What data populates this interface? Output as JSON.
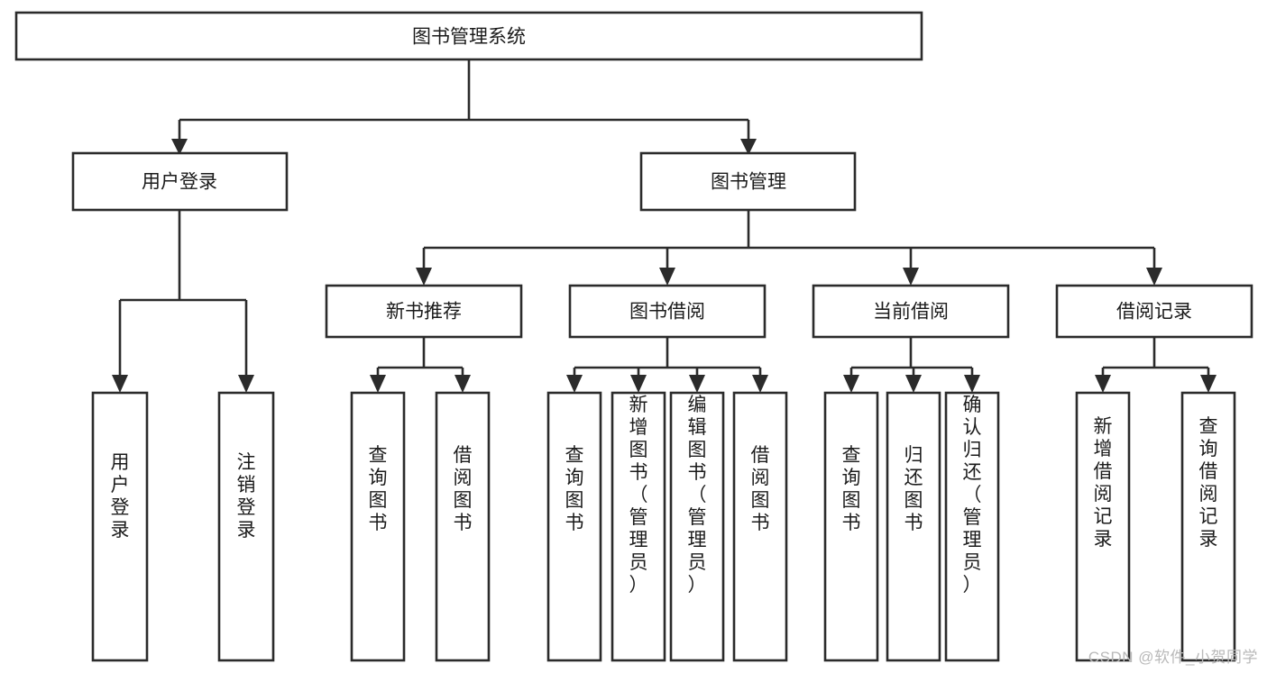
{
  "diagram": {
    "title": "图书管理系统",
    "type": "tree-hierarchy-diagram",
    "watermark": "CSDN @软件_小贺同学",
    "colors": {
      "box_stroke": "#2b2b2b",
      "box_fill": "#ffffff",
      "text": "#1b1b1b",
      "background": "#ffffff",
      "watermark": "#b9b9b9"
    },
    "levels": {
      "root": {
        "label": "图书管理系统"
      },
      "level2": [
        {
          "label": "用户登录"
        },
        {
          "label": "图书管理"
        }
      ],
      "level3": [
        {
          "label": "新书推荐"
        },
        {
          "label": "图书借阅"
        },
        {
          "label": "当前借阅"
        },
        {
          "label": "借阅记录"
        }
      ],
      "leaves": {
        "user_login": [
          {
            "label": "用户登录"
          },
          {
            "label": "注销登录"
          }
        ],
        "new_book_recommend": [
          {
            "label": "查询图书"
          },
          {
            "label": "借阅图书"
          }
        ],
        "book_borrow": [
          {
            "label": "查询图书"
          },
          {
            "label": "新增图书（管理员）"
          },
          {
            "label": "编辑图书（管理员）"
          },
          {
            "label": "借阅图书"
          }
        ],
        "current_borrow": [
          {
            "label": "查询图书"
          },
          {
            "label": "归还图书"
          },
          {
            "label": "确认归还（管理员）"
          }
        ],
        "borrow_record": [
          {
            "label": "新增借阅记录"
          },
          {
            "label": "查询借阅记录"
          }
        ]
      }
    }
  }
}
